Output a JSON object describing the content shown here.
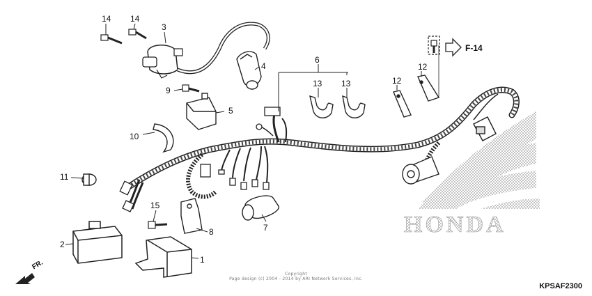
{
  "diagram": {
    "callouts": {
      "c14a": "14",
      "c14b": "14",
      "c3": "3",
      "c4": "4",
      "c9": "9",
      "c5": "5",
      "c6": "6",
      "c13a": "13",
      "c13b": "13",
      "c12a": "12",
      "c12b": "12",
      "c10": "10",
      "c11": "11",
      "c15": "15",
      "c8": "8",
      "c7": "7",
      "c2": "2",
      "c1": "1"
    },
    "ref_link": "F-14",
    "direction_label": "FR.",
    "brand_watermark": "HONDA",
    "copyright_line1": "Copyright",
    "copyright_line2": "Page design (c) 2004 - 2014 by ARI Network Services, Inc.",
    "diagram_code": "KPSAF2300"
  }
}
